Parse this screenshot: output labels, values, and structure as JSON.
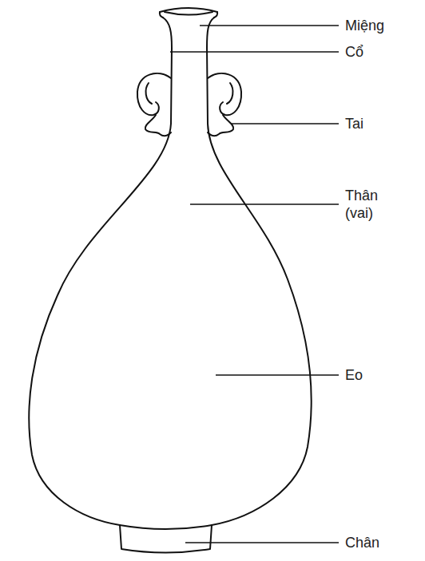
{
  "diagram": {
    "labels": [
      "Miệng",
      "Cổ",
      "Tai",
      "Thân (vai)",
      "Eo",
      "Chân"
    ]
  }
}
